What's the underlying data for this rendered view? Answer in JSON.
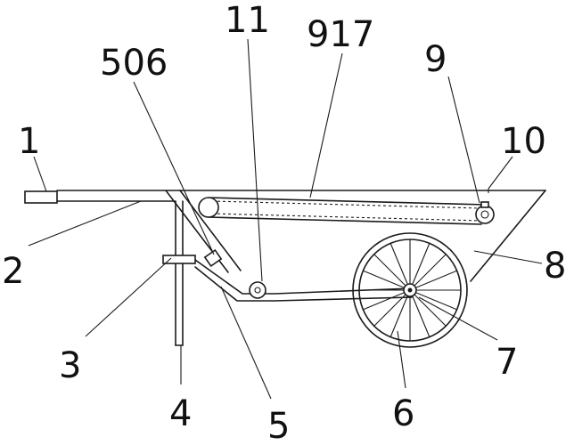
{
  "diagram": {
    "labels": {
      "l1": "1",
      "l2": "2",
      "l3": "3",
      "l4": "4",
      "l5": "5",
      "l6": "6",
      "l7": "7",
      "l8": "8",
      "l9": "9",
      "l10": "10",
      "l11": "11",
      "l506": "506",
      "l917": "917"
    }
  }
}
